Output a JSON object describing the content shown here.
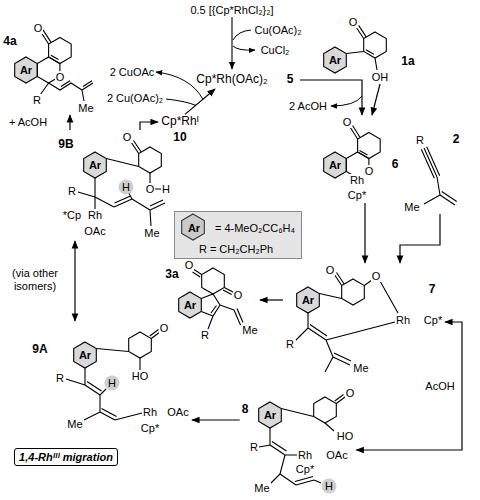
{
  "diagram": {
    "nodes": [
      {
        "text": [
          "4a",
          "O",
          "O",
          "Ar",
          "R",
          "Me"
        ]
      },
      {
        "text": [
          "Cp*Rh(OAc)₂",
          "5"
        ]
      },
      {
        "text": [
          "1a",
          "O",
          "OH",
          "Ar"
        ]
      },
      {
        "text": [
          "Cp*Rhᴵ",
          "10"
        ]
      },
      {
        "text": [
          "6",
          "O",
          "O",
          "Ar",
          "Rh",
          "Cp*"
        ]
      },
      {
        "text": [
          "2",
          "R",
          "Me"
        ]
      },
      {
        "text": [
          "9B",
          "O",
          "O",
          "H",
          "H",
          "Ar",
          "R",
          "*Cp",
          "Rh",
          "OAc",
          "Me"
        ]
      },
      {
        "text": [
          "7",
          "O",
          "O",
          "Ar",
          "R",
          "Rh",
          "Cp*",
          "Me"
        ]
      },
      {
        "text": [
          "3a",
          "O",
          "O",
          "Ar",
          "R",
          "Me"
        ]
      },
      {
        "text": [
          "9A",
          "O",
          "HO",
          "Ar",
          "R",
          "H",
          "Me",
          "Rh",
          "OAc",
          "Cp*"
        ]
      },
      {
        "text": [
          "8",
          "O",
          "HO",
          "Ar",
          "R",
          "Rh",
          "Cp*",
          "OAc",
          "Me",
          "H"
        ]
      },
      {
        "text": [
          "Ar",
          "= 4-MeO₂CC₆H₄",
          "R = CH₂CH₂Ph"
        ]
      }
    ],
    "edges": [
      {
        "from": 1,
        "to": 4,
        "arrow": "to"
      },
      {
        "from": 2,
        "to": 4,
        "arrow": "to"
      },
      {
        "from": 4,
        "to": 7,
        "arrow": "to"
      },
      {
        "from": 5,
        "to": 7,
        "arrow": "to"
      },
      {
        "from": 7,
        "to": 8,
        "arrow": "to"
      },
      {
        "from": 7,
        "to": 10,
        "arrow": "both",
        "label": "AcOH"
      },
      {
        "from": 10,
        "to": 9,
        "arrow": "to"
      },
      {
        "from": 9,
        "to": 6,
        "arrow": "both"
      },
      {
        "from": 6,
        "to": 0,
        "arrow": "to"
      },
      {
        "from": 6,
        "to": 3,
        "arrow": "to"
      },
      {
        "from": 3,
        "to": 1,
        "arrow": "to"
      }
    ],
    "labels": [
      "0.5 [{Cp*RhCl₂}₂]",
      "Cu(OAc)₂",
      "CuCl₂",
      "2 CuOAc",
      "2 Cu(OAc)₂",
      "+ AcOH",
      "2 AcOH",
      "(via other isomers)",
      "1,4-Rhᴵᴵᴵ migration"
    ]
  }
}
